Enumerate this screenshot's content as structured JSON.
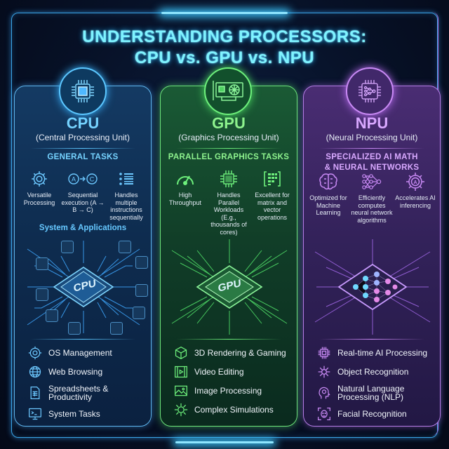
{
  "title": {
    "line1": "UNDERSTANDING PROCESSORS:",
    "line2": "CPU vs. GPU vs. NPU"
  },
  "colors": {
    "cpu_accent": "#5cc7ff",
    "gpu_accent": "#6ef07c",
    "npu_accent": "#c98af5",
    "title": "#7ff3ff",
    "background": "#071127"
  },
  "panels": [
    {
      "id": "cpu",
      "icon": "cpu-chip-icon",
      "name": "CPU",
      "full_name": "(Central Processing Unit)",
      "category": "GENERAL TASKS",
      "features": [
        {
          "icon": "gear-icon",
          "text": "Versatile Processing"
        },
        {
          "icon": "sequence-a-to-c-icon",
          "text": "Sequential execution (A → B → C)"
        },
        {
          "icon": "list-icon",
          "text": "Handles multiple instructions sequentially"
        }
      ],
      "subtitle": "System & Applications",
      "chip_label": "CPU",
      "uses": [
        {
          "icon": "gear-icon",
          "text": "OS Management"
        },
        {
          "icon": "globe-icon",
          "text": "Web Browsing"
        },
        {
          "icon": "spreadsheet-icon",
          "text": "Spreadsheets & Productivity"
        },
        {
          "icon": "terminal-icon",
          "text": "System Tasks"
        }
      ]
    },
    {
      "id": "gpu",
      "icon": "graphics-card-icon",
      "name": "GPU",
      "full_name": "(Graphics Processing Unit)",
      "category": "PARALLEL GRAPHICS TASKS",
      "features": [
        {
          "icon": "speedometer-icon",
          "text": "High Throughput"
        },
        {
          "icon": "multi-core-chip-icon",
          "text": "Handles Parallel Workloads (E.g., thousands of cores)"
        },
        {
          "icon": "matrix-icon",
          "text": "Excellent for matrix and vector operations"
        }
      ],
      "chip_label": "GPU",
      "uses": [
        {
          "icon": "cube-icon",
          "text": "3D Rendering & Gaming"
        },
        {
          "icon": "film-icon",
          "text": "Video Editing"
        },
        {
          "icon": "image-icon",
          "text": "Image Processing"
        },
        {
          "icon": "network-sun-icon",
          "text": "Complex Simulations"
        }
      ]
    },
    {
      "id": "npu",
      "icon": "neural-chip-icon",
      "name": "NPU",
      "full_name": "(Neural Processing Unit)",
      "category": "SPECIALIZED AI MATH & NEURAL NETWORKS",
      "category_line1": "SPECIALIZED AI MATH",
      "category_line2": "& NEURAL NETWORKS",
      "features": [
        {
          "icon": "brain-icon",
          "text": "Optimized for Machine Learning"
        },
        {
          "icon": "neural-network-icon",
          "text": "Efficiently computes neural network algorithms"
        },
        {
          "icon": "ai-gear-icon",
          "text": "Accelerates AI inferencing"
        }
      ],
      "uses": [
        {
          "icon": "chip-icon",
          "text": "Real-time AI Processing"
        },
        {
          "icon": "virus-node-icon",
          "text": "Object Recognition"
        },
        {
          "icon": "head-brain-icon",
          "text": "Natural Language Processing (NLP)"
        },
        {
          "icon": "face-scan-icon",
          "text": "Facial Recognition"
        }
      ]
    }
  ]
}
